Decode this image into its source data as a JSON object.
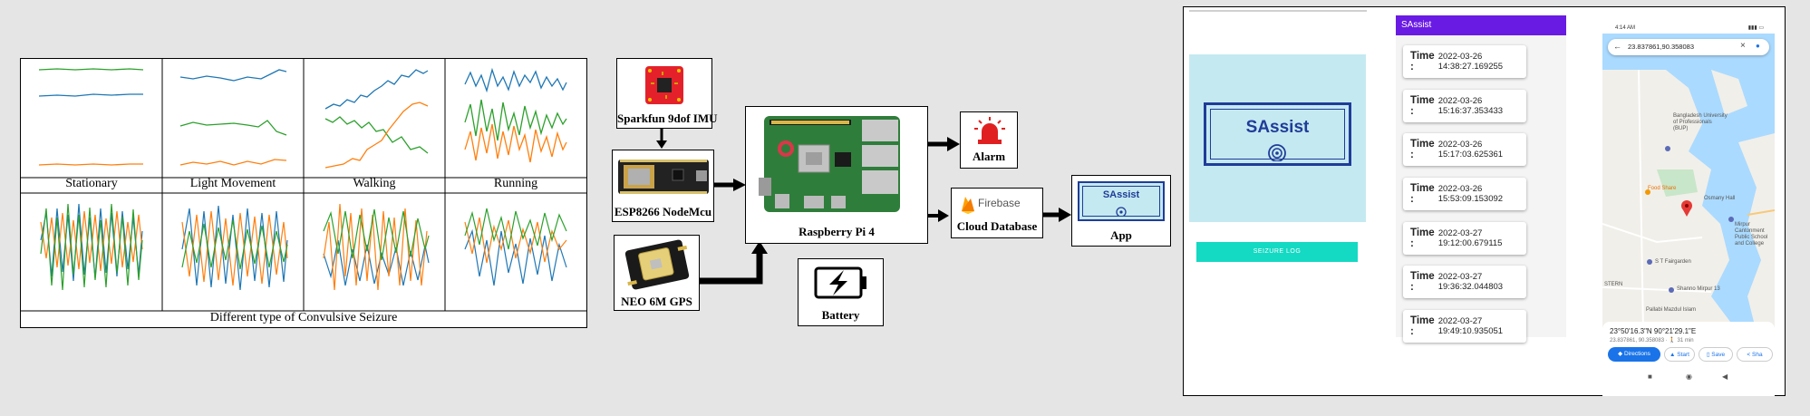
{
  "seizure_panel": {
    "labels": [
      "Stationary",
      "Light Movement",
      "Walking",
      "Running"
    ],
    "caption": "Different type of Convulsive Seizure"
  },
  "hardware": {
    "imu": "Sparkfun 9dof IMU",
    "nodemcu": "ESP8266 NodeMcu",
    "gps": "NEO 6M GPS",
    "pi": "Raspberry Pi 4",
    "battery": "Battery",
    "alarm": "Alarm",
    "firebase_logo": "Firebase",
    "cloud": "Cloud Database",
    "app": "App",
    "app_logo": "SAssist"
  },
  "phone_left": {
    "logo": "SAssist",
    "button": "SEIZURE LOG"
  },
  "phone_middle": {
    "header": "SAssist",
    "entries": [
      {
        "label": "Time :",
        "value": "2022-03-26 14:38:27.169255"
      },
      {
        "label": "Time :",
        "value": "2022-03-26 15:16:37.353433"
      },
      {
        "label": "Time :",
        "value": "2022-03-26 15:17:03.625361"
      },
      {
        "label": "Time :",
        "value": "2022-03-26 15:53:09.153092"
      },
      {
        "label": "Time :",
        "value": "2022-03-27 19:12:00.679115"
      },
      {
        "label": "Time :",
        "value": "2022-03-27 19:36:32.044803"
      },
      {
        "label": "Time :",
        "value": "2022-03-27 19:49:10.935051"
      }
    ]
  },
  "phone_map": {
    "status_time": "4:14 AM",
    "search_value": "23.837861,90.358083",
    "place_labels": [
      "Bangladesh University of Professionals (BUP)",
      "Food Share",
      "Osmany Hall",
      "Mirpur Cantonment Public School and College",
      "S T Fairgarden",
      "Shanno Mirpur 13",
      "Pallabi Mazdul Islam",
      "STERN"
    ],
    "coords_title": "23°50'16.3\"N 90°21'29.1\"E",
    "coords_sub": "23.837861, 90.358083 · 🚶 31 min",
    "actions": [
      "Directions",
      "Start",
      "Save",
      "Sha"
    ],
    "colors": {
      "accent": "#1a73e8",
      "pin": "#e53935"
    }
  },
  "colors": {
    "purple_header": "#6a1be3",
    "teal_button": "#14d9c3",
    "logo_bg": "#c5e9f0",
    "logo_blue": "#1f3c99"
  }
}
